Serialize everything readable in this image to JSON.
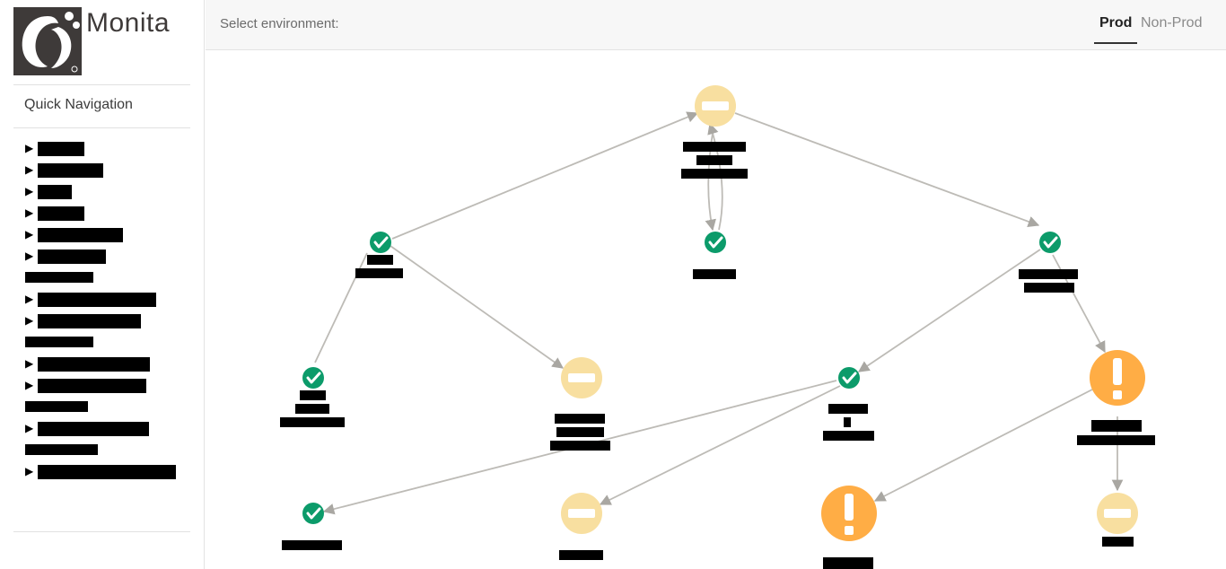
{
  "app": {
    "title": "Monita",
    "logo": "chick-fil-a-logo"
  },
  "sidebar": {
    "heading": "Quick Navigation",
    "items": [
      {
        "label": ""
      },
      {
        "label": ""
      },
      {
        "label": ""
      },
      {
        "label": ""
      },
      {
        "label": ""
      },
      {
        "label": ""
      },
      {
        "label": ""
      },
      {
        "label": ""
      },
      {
        "label": ""
      },
      {
        "label": ""
      },
      {
        "label": ""
      },
      {
        "label": ""
      },
      {
        "label": ""
      },
      {
        "label": ""
      },
      {
        "label": ""
      },
      {
        "label": ""
      }
    ]
  },
  "topbar": {
    "env_label": "Select environment:",
    "tabs": [
      {
        "label": "Prod",
        "active": true
      },
      {
        "label": "Non-Prod",
        "active": false
      }
    ]
  },
  "colors": {
    "ok": "#0c9b6a",
    "inactive": "#f8dfa0",
    "warning": "#ffad45",
    "edge": "#bdbbb6"
  },
  "graph": {
    "nodes": [
      {
        "id": "n1",
        "status": "inactive-icon"
      },
      {
        "id": "n2",
        "status": "ok-icon"
      },
      {
        "id": "n3",
        "status": "ok-icon"
      },
      {
        "id": "n4",
        "status": "ok-icon"
      },
      {
        "id": "n5",
        "status": "ok-icon"
      },
      {
        "id": "n6",
        "status": "inactive-icon"
      },
      {
        "id": "n7",
        "status": "ok-icon"
      },
      {
        "id": "n8",
        "status": "warning-icon"
      },
      {
        "id": "n9",
        "status": "ok-icon"
      },
      {
        "id": "n10",
        "status": "inactive-icon"
      },
      {
        "id": "n11",
        "status": "warning-icon"
      },
      {
        "id": "n12",
        "status": "inactive-icon"
      }
    ],
    "edges": [
      {
        "from": "n2",
        "to": "n1"
      },
      {
        "from": "n1",
        "to": "n4"
      },
      {
        "from": "n1",
        "to": "n3"
      },
      {
        "from": "n3",
        "to": "n1"
      },
      {
        "from": "n2",
        "to": "n5"
      },
      {
        "from": "n2",
        "to": "n6"
      },
      {
        "from": "n4",
        "to": "n7"
      },
      {
        "from": "n4",
        "to": "n8"
      },
      {
        "from": "n7",
        "to": "n9"
      },
      {
        "from": "n7",
        "to": "n10"
      },
      {
        "from": "n8",
        "to": "n11"
      },
      {
        "from": "n8",
        "to": "n12"
      }
    ]
  }
}
